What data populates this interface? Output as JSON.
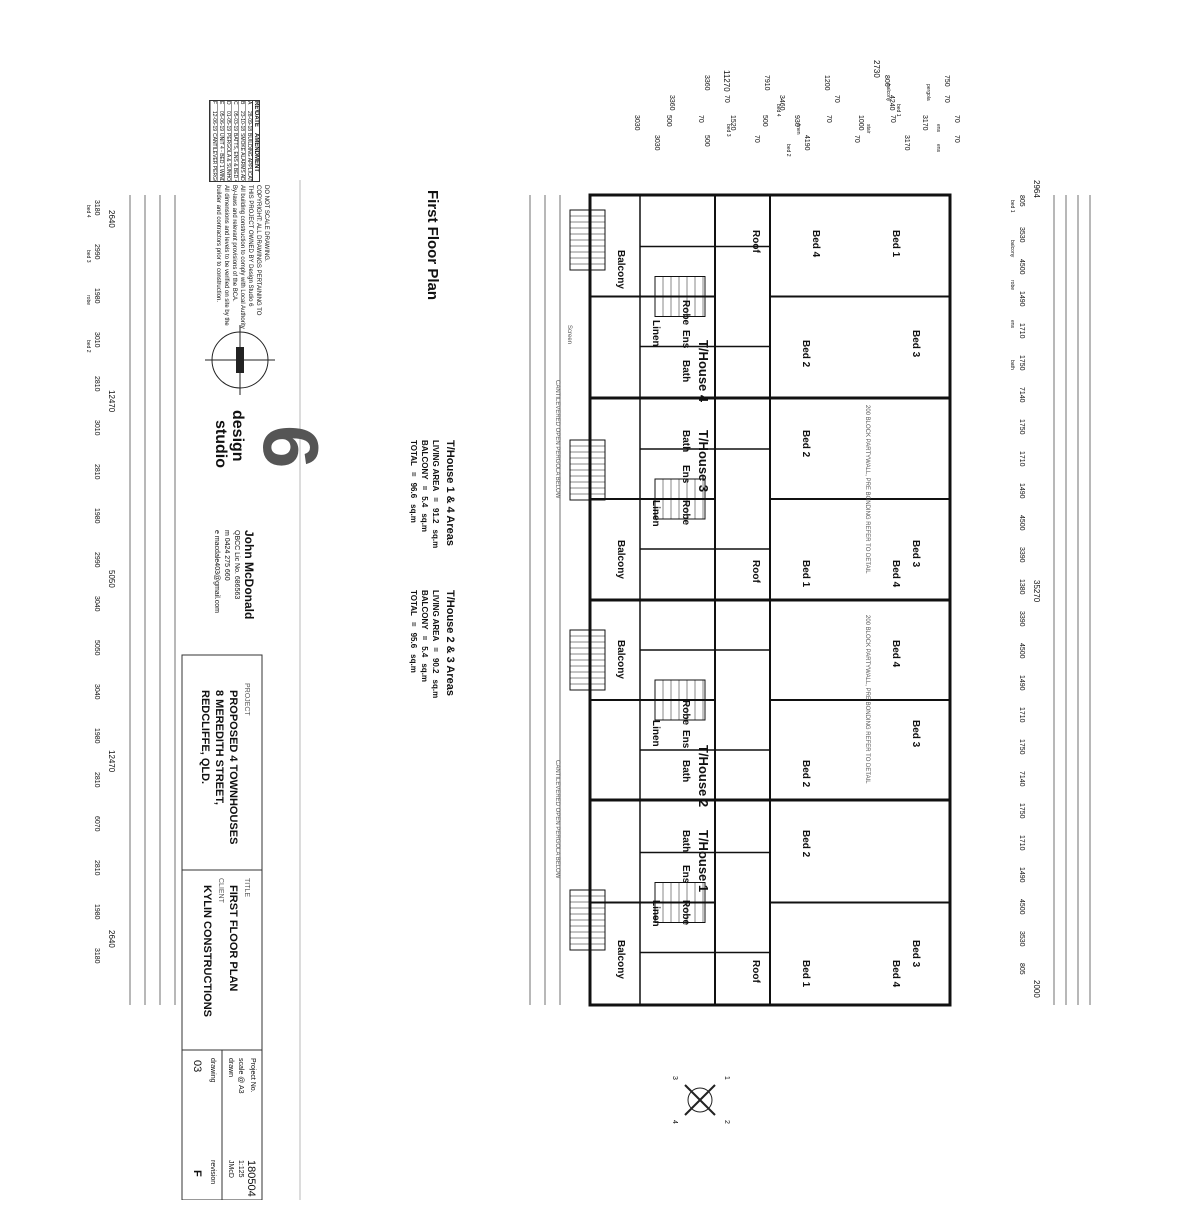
{
  "sheet": {
    "plan_title": "First Floor Plan",
    "project_label": "PROJECT",
    "project_lines": [
      "PROPOSED 4 TOWNHOUSES",
      "8 MEREDITH STREET,",
      "REDCLIFFE, QLD."
    ],
    "title_label": "TITLE",
    "title_value": "FIRST FLOOR PLAN",
    "client_label": "CLIENT",
    "client_value": "KYLIN CONSTRUCTIONS",
    "project_no_label": "Project No.",
    "project_no": "180504",
    "scale_label": "scale @ A3",
    "scale": "1:125",
    "drawn_label": "drawn",
    "drawn": "JMcD",
    "drawing_label": "drawing",
    "drawing": "03",
    "revision_label": "revision",
    "revision": "F"
  },
  "designer": {
    "name": "John McDonald",
    "lines": [
      "QBCC Lic No. 686563",
      "m 0424 275 660",
      "e macdale403@gmail.com"
    ],
    "logo_word1": "design",
    "logo_word2": "studio",
    "logo_digit": "6"
  },
  "notes": [
    "DO NOT SCALE DRAWING.",
    "COPYRIGHT: ALL DRAWINGS PERTAINING TO",
    "THIS PROJECT OWNED BY Design Studio 6",
    "All building construction to comply with Local Authority",
    "By-laws and relevant provisions of the BCA.",
    "All dimensions and levels to be verified on site by the",
    "builder and contractors prior to construction."
  ],
  "revisions": {
    "headers": [
      "REV",
      "DATE",
      "AMENDMENT"
    ],
    "rows": [
      [
        "A",
        "28-09-18",
        "BUILDING APPLICATION"
      ],
      [
        "B",
        "23-10-18",
        "SMOKE ALARMS ADDED"
      ],
      [
        "C",
        "05-03-19",
        "BATTS, ENS & BED 4"
      ],
      [
        "D",
        "01-05-19",
        "PERGOLA & SUNHOODS REMOVED"
      ],
      [
        "E",
        "05-06-19",
        "UNIT 4 - BED 1 WINDOW ADDED"
      ],
      [
        "F",
        "12-06-19",
        "CANTILEVER PERGOLA ADDED"
      ]
    ]
  },
  "areas": [
    {
      "title": "T/House 1 & 4 Areas",
      "rows": [
        [
          "LIVING AREA",
          "=",
          "91.2",
          "sq.m"
        ],
        [
          "BALCONY",
          "=",
          "5.4",
          "sq.m"
        ],
        [
          "TOTAL",
          "=",
          "96.6",
          "sq.m"
        ]
      ]
    },
    {
      "title": "T/House 2 & 3 Areas",
      "rows": [
        [
          "LIVING AREA",
          "=",
          "90.2",
          "sq.m"
        ],
        [
          "BALCONY",
          "=",
          "5.4",
          "sq.m"
        ],
        [
          "TOTAL",
          "=",
          "95.6",
          "sq.m"
        ]
      ]
    }
  ],
  "units": [
    {
      "label": "T/House 4",
      "rooms": [
        "Bed 1",
        "Bed 4",
        "Roof",
        "Bed 3",
        "Robe",
        "Ens",
        "Bath",
        "Bed 2",
        "Balcony",
        "Linen"
      ]
    },
    {
      "label": "T/House 3",
      "rooms": [
        "Bed 2",
        "Bath",
        "Ens",
        "Robe",
        "Bed 3",
        "Balcony",
        "Bed 1",
        "Bed 4",
        "Roof",
        "Linen"
      ]
    },
    {
      "label": "T/House 2",
      "rooms": [
        "Bed 4",
        "Balcony",
        "Bed 3",
        "Robe",
        "Ens",
        "Bath",
        "Bed 2",
        "Linen"
      ]
    },
    {
      "label": "T/House 1",
      "rooms": [
        "Bed 2",
        "Bath",
        "Ens",
        "Robe",
        "Bed 3",
        "Balcony",
        "Bed 1",
        "Bed 4",
        "Roof",
        "Linen"
      ]
    }
  ],
  "plan_notes": [
    "CANTILEVERED OPEN PERGOLA BELOW",
    "200 BLOCK PARTYWALL, PRE BONDING REFER TO DETAIL",
    "Screen"
  ],
  "dims_top": {
    "overall": [
      "2730",
      "11270"
    ],
    "row1": [
      "750",
      "800",
      "1200",
      "7910",
      "3360"
    ],
    "row1_sub": [
      "pergola",
      "balcony"
    ],
    "row2": [
      "70",
      "4240",
      "70",
      "3460",
      "70",
      "3360"
    ],
    "row2_sub": [
      "bed 1",
      "bed 4"
    ],
    "row3": [
      "70",
      "3170",
      "70",
      "1000",
      "70",
      "930",
      "500",
      "1520",
      "70",
      "500",
      "3030"
    ],
    "row3_sub": [
      "ens",
      "stair",
      "linen",
      "bed 3"
    ],
    "row4": [
      "70",
      "3170",
      "70",
      "4190",
      "70",
      "500",
      "3030"
    ],
    "row4_sub": [
      "ens",
      "bed 2"
    ]
  },
  "dims_left": {
    "overall": [
      "2964",
      "35270",
      "2000"
    ],
    "runs": [
      "805",
      "3530",
      "4500",
      "1490",
      "1710",
      "1750",
      "7140",
      "1750",
      "1710",
      "1490",
      "4500",
      "3390",
      "1380",
      "3390",
      "4500",
      "1490",
      "1710",
      "1750",
      "7140",
      "1750",
      "1710",
      "1490",
      "4500",
      "3530",
      "805"
    ],
    "subs": [
      "bed 1",
      "balcony",
      "robe",
      "ens",
      "bath"
    ]
  },
  "dims_right": {
    "overall": [
      "2640",
      "12470",
      "5050",
      "12470",
      "2640"
    ],
    "runs": [
      "3180",
      "2990",
      "1980",
      "3010",
      "2810",
      "3010",
      "2810",
      "1980",
      "2990",
      "3040",
      "5050",
      "3040",
      "1980",
      "2810",
      "6070",
      "2810",
      "1980",
      "3180"
    ],
    "subs": [
      "bed 4",
      "bed 3",
      "robe",
      "bed 2"
    ]
  },
  "compass": {
    "labels": [
      "1",
      "2",
      "3",
      "4"
    ]
  }
}
